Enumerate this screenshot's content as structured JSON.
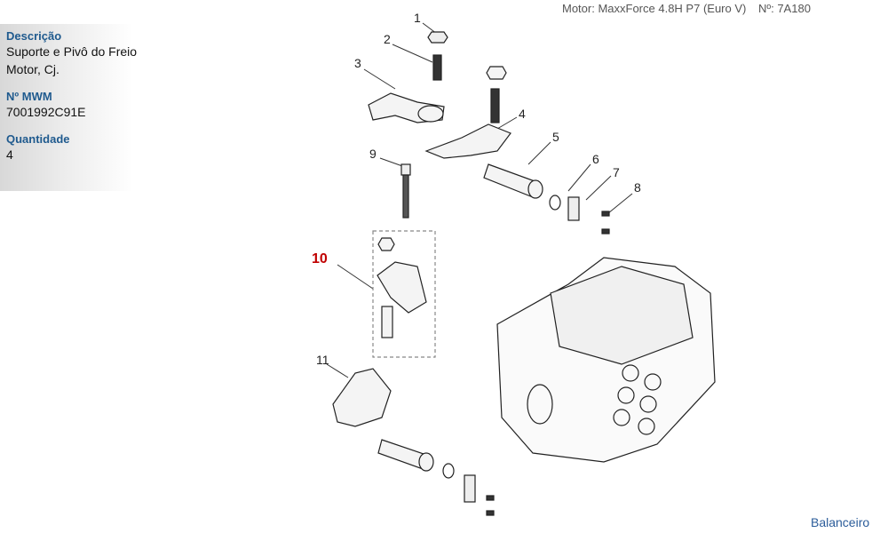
{
  "header": {
    "motor": "Motor: MaxxForce 4.8H P7 (Euro V)",
    "number": "Nº: 7A180"
  },
  "details": {
    "description_label": "Descrição",
    "description_value": "Suporte e Pivô do Freio Motor, Cj.",
    "mwm_label": "Nº MWM",
    "mwm_value": "7001992C91E",
    "quantity_label": "Quantidade",
    "quantity_value": "4"
  },
  "callouts": [
    "1",
    "2",
    "3",
    "4",
    "5",
    "6",
    "7",
    "8",
    "9",
    "10",
    "11"
  ],
  "highlight_color": "#c00000",
  "footer": {
    "section": "Balanceiro"
  }
}
